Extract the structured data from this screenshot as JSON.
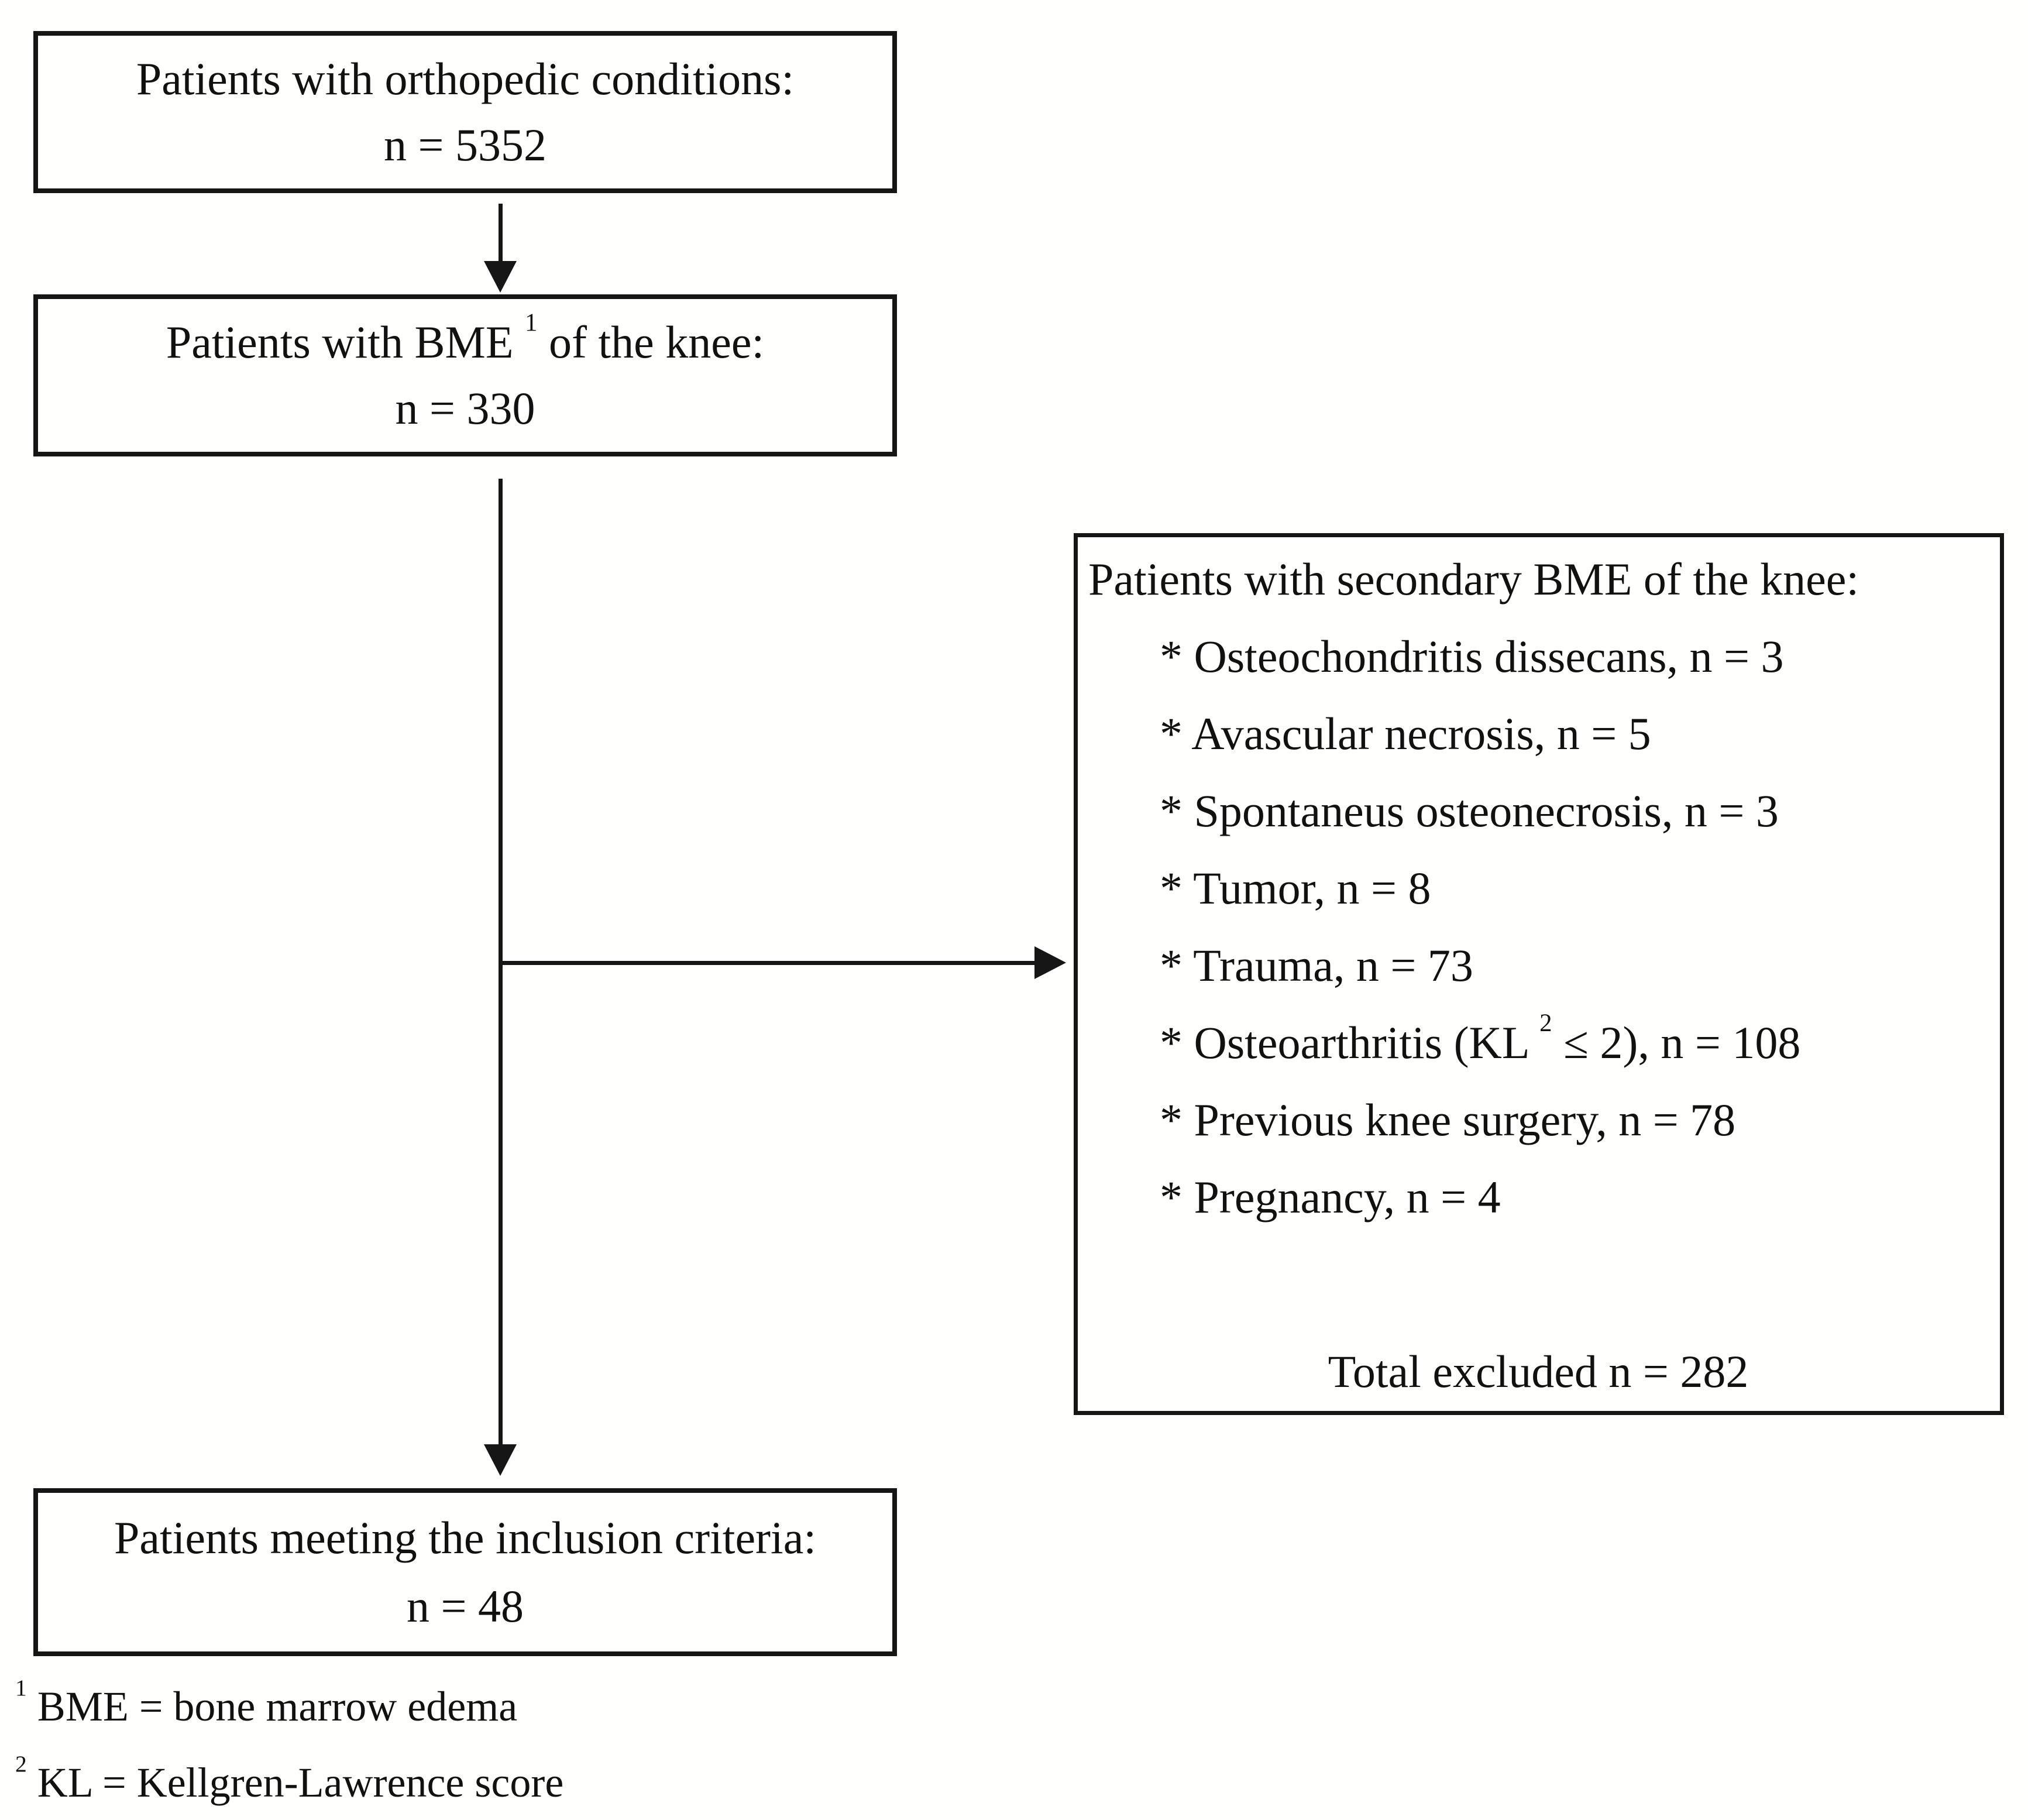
{
  "boxes": {
    "box1": {
      "line1": "Patients with orthopedic conditions:",
      "line2": "n = 5352"
    },
    "box2": {
      "line1_segments": [
        {
          "t": "Patients with BME "
        },
        {
          "sup": "1"
        },
        {
          "t": " of the knee:"
        }
      ],
      "line2": "n = 330"
    },
    "box3": {
      "line1": "Patients meeting the inclusion criteria:",
      "line2": "n = 48"
    }
  },
  "exclusion": {
    "title": "Patients with secondary BME of the knee:",
    "items": [
      [
        {
          "t": "* Osteochondritis dissecans, n = 3"
        }
      ],
      [
        {
          "t": "* Avascular necrosis, n = 5"
        }
      ],
      [
        {
          "t": "* Spontaneus osteonecrosis, n = 3"
        }
      ],
      [
        {
          "t": "* Tumor, n = 8"
        }
      ],
      [
        {
          "t": "* Trauma, n = 73"
        }
      ],
      [
        {
          "t": "* Osteoarthritis (KL "
        },
        {
          "sup": "2"
        },
        {
          "t": " ≤ 2), n = 108"
        }
      ],
      [
        {
          "t": "* Previous knee surgery, n = 78"
        }
      ],
      [
        {
          "t": "* Pregnancy, n = 4"
        }
      ]
    ],
    "total": "Total excluded n = 282"
  },
  "footnotes": [
    [
      {
        "sup": "1"
      },
      {
        "t": " BME = bone marrow edema"
      }
    ],
    [
      {
        "sup": "2"
      },
      {
        "t": " KL = Kellgren-Lawrence score"
      }
    ]
  ],
  "colors": {
    "line": "#161616",
    "background": "#fffffe",
    "text": "#111111"
  }
}
